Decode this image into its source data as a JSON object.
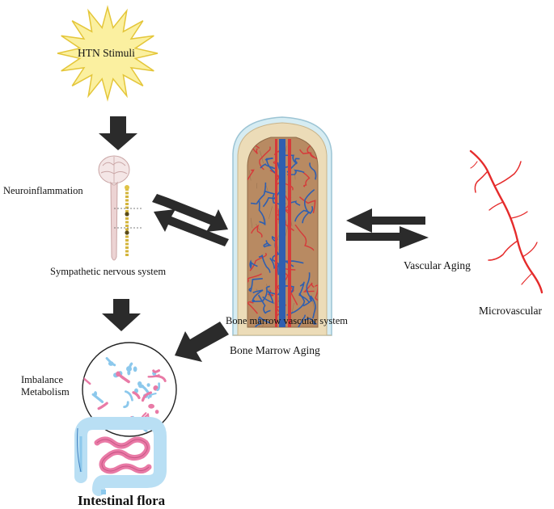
{
  "nodes": {
    "stimulus": "HTN Stimuli",
    "neuroinflammation": "Neuroinflammation",
    "sympathetic": "Sympathetic nervous system",
    "bone_marrow_vascular": "Bone marrow vascular system",
    "bone_marrow_aging": "Bone Marrow Aging",
    "vascular_aging": "Vascular Aging",
    "microvascular": "Microvascular",
    "imbalance": "Imbalance",
    "metabolism": "Metabolism",
    "intestinal_flora": "Intestinal flora"
  },
  "colors": {
    "arrow": "#2b2b2b",
    "star_fill": "#fbf0a0",
    "star_stroke": "#e4c63a",
    "artery_red": "#d63a3a",
    "vein_blue": "#2f5fb0",
    "bone_beige": "#ecdcb8",
    "marrow_brown": "#b88a62",
    "microvessel_red": "#e52b2b",
    "gut_blue": "#8cc8ec",
    "gut_pink": "#e97aa6"
  }
}
